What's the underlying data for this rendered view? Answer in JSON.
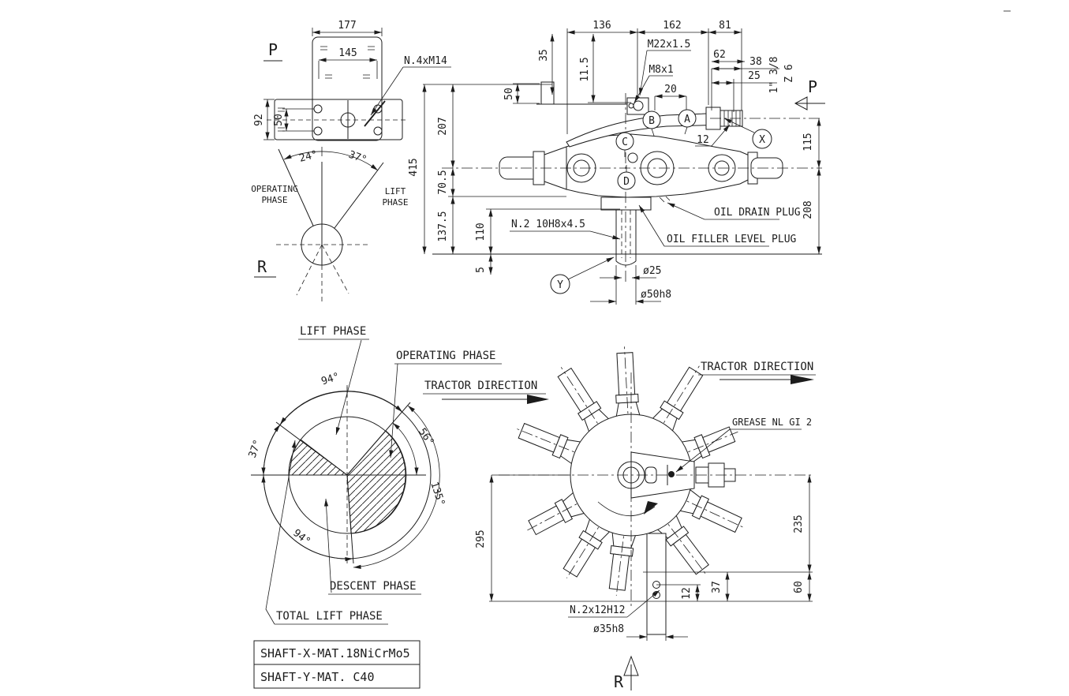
{
  "sheet": {
    "bg": "#ffffff",
    "ink": "#1c1c1c"
  },
  "flange_view": {
    "view_label": "P",
    "dim_width_outer": "177",
    "dim_width_inner": "145",
    "dim_height": "92",
    "dim_hole_row_spacing": "50",
    "holes_note": "N.4xM14"
  },
  "fan_view": {
    "view_label": "R",
    "angle_operating": "24°",
    "angle_lift": "37°",
    "operating_line1": "OPERATING",
    "operating_line2": "PHASE",
    "lift_line1": "LIFT",
    "lift_line2": "PHASE"
  },
  "section_view": {
    "dim_136": "136",
    "dim_162": "162",
    "dim_81": "81",
    "dim_35": "35",
    "dim_11_5": "11.5",
    "dim_50_top": "50",
    "thread_m22": "M22x1.5",
    "dim_62": "62",
    "thread_m8": "M8x1",
    "dim_20": "20",
    "dim_38": "38",
    "dim_25": "25",
    "spline_size": "1\" 3/8",
    "spline_teeth": "Z 6",
    "section_arrow_label": "P",
    "dim_12": "12",
    "dim_115": "115",
    "dim_208": "208",
    "dim_415": "415",
    "dim_207": "207",
    "dim_70_5": "70.5",
    "dim_137_5": "137.5",
    "dim_110": "110",
    "dim_5": "5",
    "keyway_note": "N.2 10H8x4.5",
    "oil_drain_label": "OIL DRAIN PLUG",
    "oil_filler_label": "OIL FILLER LEVEL PLUG",
    "dim_dia25": "ø25",
    "dim_dia50": "ø50h8",
    "callout_a": "A",
    "callout_b": "B",
    "callout_c": "C",
    "callout_d": "D",
    "callout_x": "X",
    "callout_y": "Y"
  },
  "phase_diagram": {
    "lift_phase_label": "LIFT PHASE",
    "operating_phase_label": "OPERATING PHASE",
    "tractor_direction_label": "TRACTOR DIRECTION",
    "descent_phase_label": "DESCENT PHASE",
    "total_lift_phase_label": "TOTAL LIFT PHASE",
    "angle_top": "94°",
    "angle_left": "37°",
    "angle_upper_right": "56°",
    "angle_right": "135°",
    "angle_bottom_left": "94°"
  },
  "rotor_view": {
    "tractor_direction_label": "TRACTOR DIRECTION",
    "grease_note": "GREASE NL GI 2",
    "dim_295": "295",
    "dim_235": "235",
    "dim_60": "60",
    "dim_37": "37",
    "dim_12": "12",
    "holes_note": "N.2x12H12",
    "dim_dia35": "ø35h8",
    "view_label": "R"
  },
  "material_table": {
    "rows": [
      "SHAFT-X-MAT.18NiCrMo5",
      "SHAFT-Y-MAT. C40"
    ]
  }
}
